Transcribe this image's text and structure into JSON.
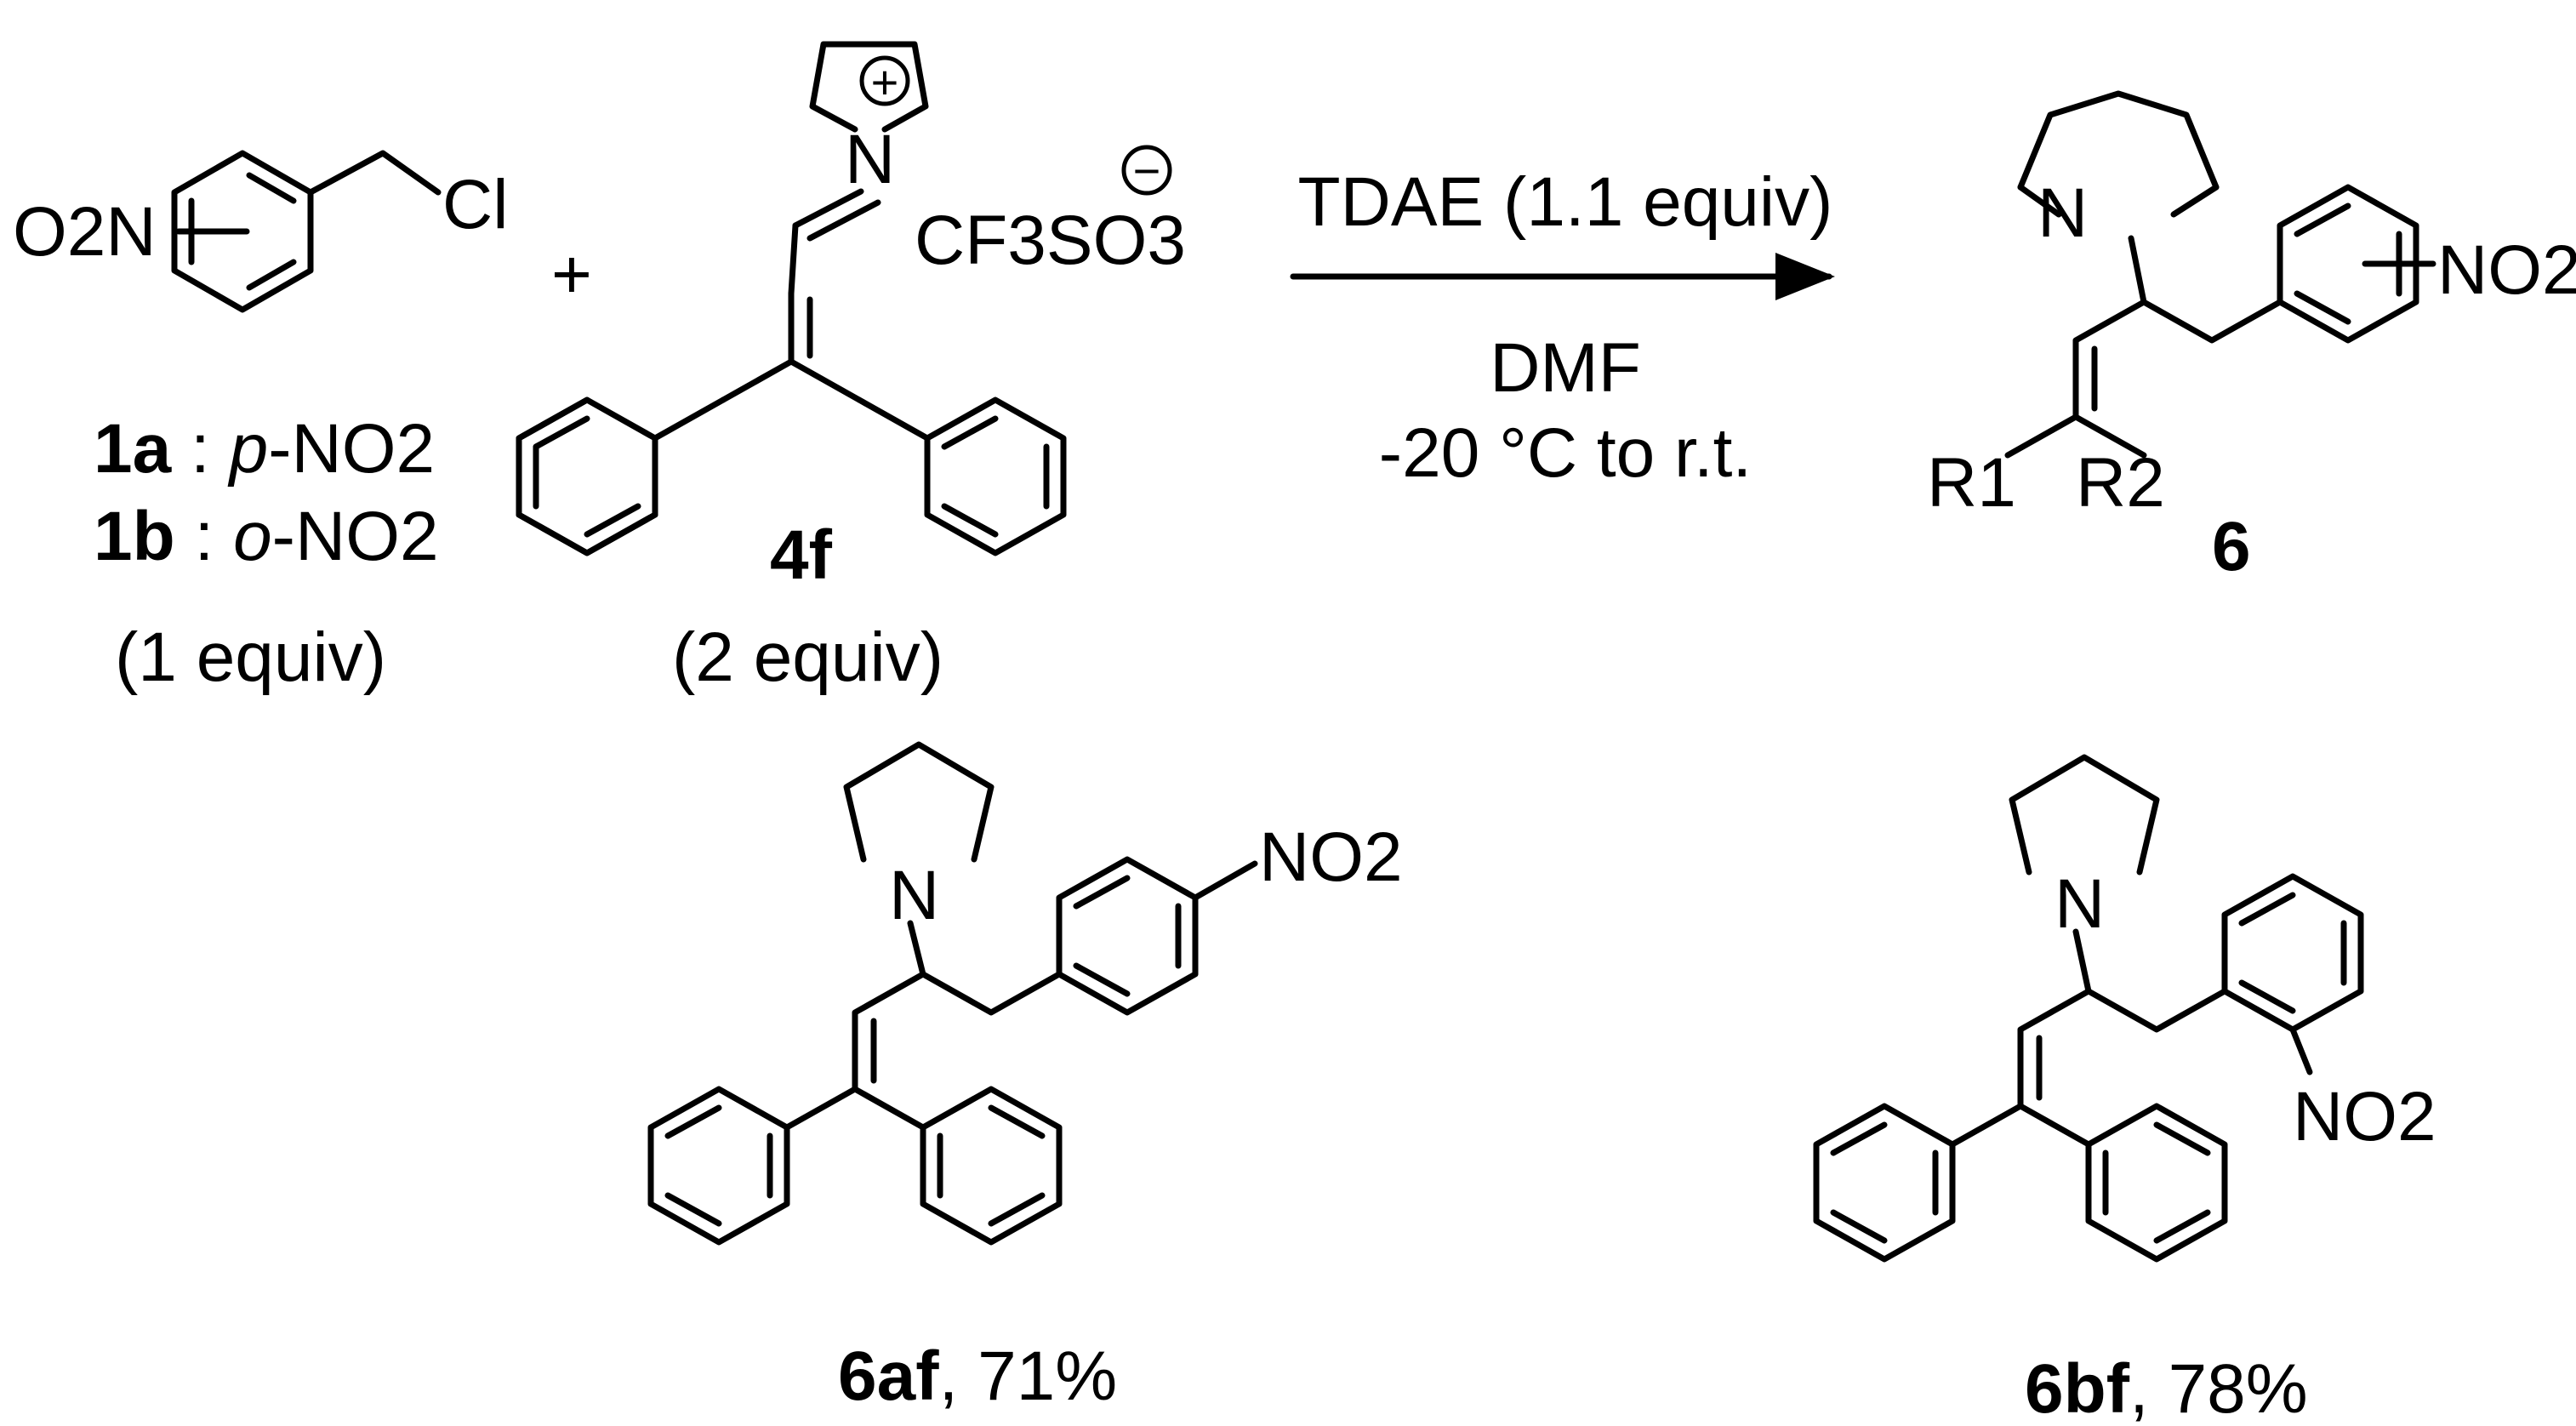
{
  "reactant_1": {
    "substituent_label": "O2N",
    "cl_label": "Cl",
    "variant_a_id": "1a",
    "variant_a_sep": " : ",
    "variant_a_pos": "p",
    "variant_a_group": "-NO2",
    "variant_b_id": "1b",
    "variant_b_sep": " : ",
    "variant_b_pos": "o",
    "variant_b_group": "-NO2",
    "amount": "(1 equiv)"
  },
  "plus_sign": "+",
  "reactant_2": {
    "charge_plus": "+",
    "n_label": "N",
    "counterion": "CF3SO3",
    "charge_minus": "−",
    "id": "4f",
    "amount": "(2 equiv)"
  },
  "conditions": {
    "reagent": "TDAE (1.1 equiv)",
    "solvent": "DMF",
    "temperature": "-20 °C to r.t."
  },
  "product_general": {
    "n_label": "N",
    "nitro_label": "NO2",
    "r1_label": "R1",
    "r2_label": "R2",
    "id": "6"
  },
  "product_6af": {
    "n_label": "N",
    "nitro_label": "NO2",
    "id": "6af",
    "yield": ", 71%"
  },
  "product_6bf": {
    "n_label": "N",
    "nitro_label": "NO2",
    "id": "6bf",
    "yield": ", 78%"
  },
  "colors": {
    "ink": "#000000",
    "background": "#ffffff"
  }
}
